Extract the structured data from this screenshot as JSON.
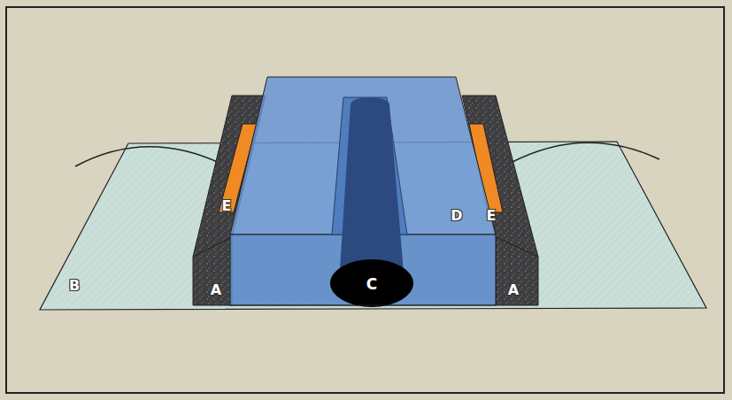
{
  "diagram": {
    "labels": [
      "E",
      "E",
      "D",
      "B",
      "A",
      "C",
      "A"
    ]
  }
}
